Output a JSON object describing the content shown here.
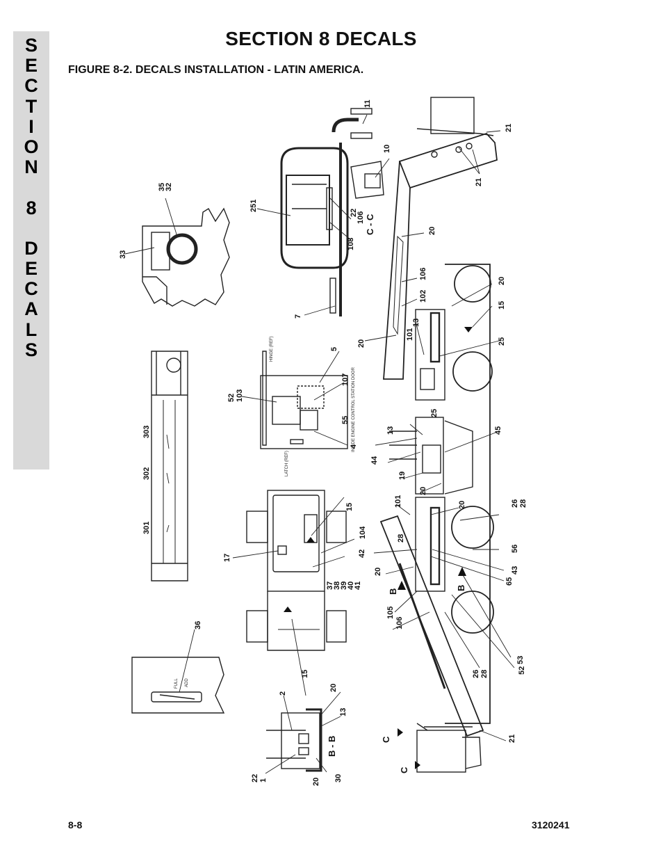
{
  "side_tab": {
    "letters": [
      "S",
      "E",
      "C",
      "T",
      "I",
      "O",
      "N",
      "",
      "8",
      "",
      "D",
      "E",
      "C",
      "A",
      "L",
      "S"
    ]
  },
  "page": {
    "title": "SECTION 8  DECALS",
    "figure_caption": "FIGURE 8-2.    DECALS INSTALLATION - LATIN AMERICA.",
    "footer_left": "8-8",
    "footer_right": "3120241"
  },
  "diagram": {
    "views": {
      "c_c": "C - C",
      "b_b": "B - B",
      "b": "B",
      "c": "C"
    },
    "small_notes": {
      "hinge": "HINGE (REF)",
      "latch": "LATCH (REF)",
      "inside_door": "INSIDE ENGINE CONTROL STATION DOOR",
      "full": "FULL",
      "add": "ADD"
    },
    "callouts": [
      "1",
      "2",
      "4",
      "5",
      "7",
      "10",
      "11",
      "13",
      "15",
      "17",
      "19",
      "20",
      "21",
      "22",
      "25",
      "26",
      "28",
      "30",
      "32",
      "33",
      "35",
      "36",
      "37",
      "38",
      "39",
      "40",
      "41",
      "42",
      "43",
      "44",
      "45",
      "52",
      "53",
      "55",
      "56",
      "65",
      "101",
      "102",
      "103",
      "104",
      "105",
      "106",
      "107",
      "108",
      "251",
      "301",
      "302",
      "303"
    ]
  }
}
